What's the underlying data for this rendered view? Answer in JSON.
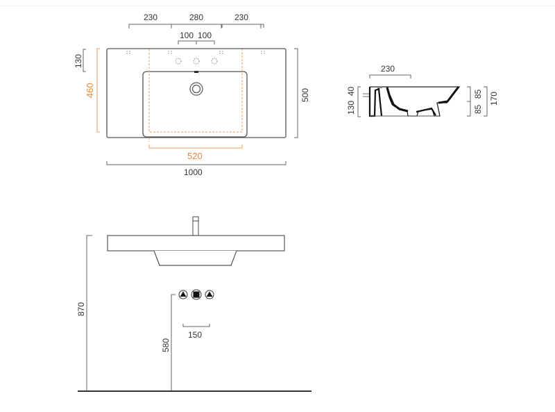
{
  "colors": {
    "line": "#555555",
    "text": "#333333",
    "accent_orange": "#e08a3c",
    "floor": "#333333"
  },
  "top_view": {
    "top_dims": [
      "230",
      "280",
      "230"
    ],
    "tap_spacing": [
      "100",
      "100"
    ],
    "left_dim_130": "130",
    "left_dim_460": "460",
    "right_dim_500": "500",
    "basin_width_520": "520",
    "overall_width_1000": "1000"
  },
  "side_section": {
    "top_dim_230": "230",
    "left_dim_40": "40",
    "left_dim_130": "130",
    "right_dim_85_top": "85",
    "right_dim_85_bottom": "85",
    "right_dim_170": "170"
  },
  "front_elevation": {
    "height_870": "870",
    "height_580": "580",
    "spacing_150": "150",
    "connection_icons": [
      "hot-water-supply-icon",
      "waste-outlet-icon",
      "cold-water-supply-icon"
    ]
  }
}
